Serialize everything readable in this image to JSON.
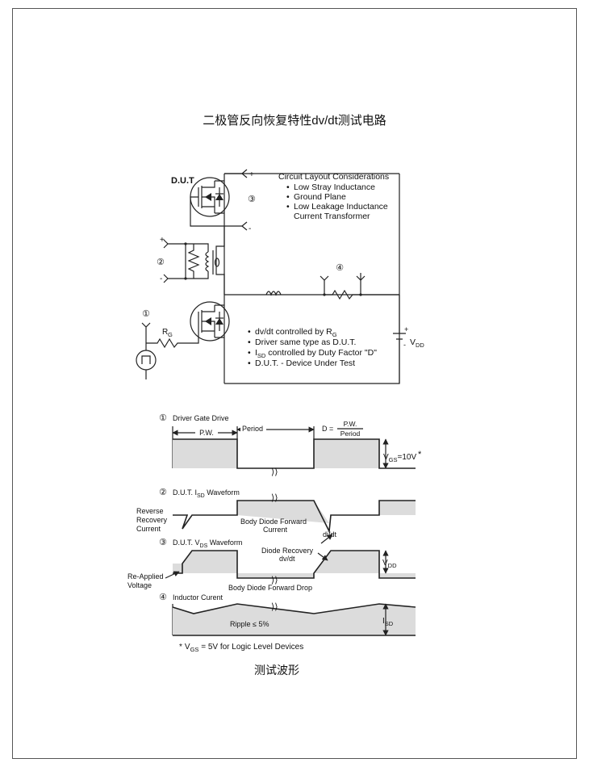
{
  "title": "二极管反向恢复特性dv/dt测试电路",
  "caption": "测试波形",
  "circuit": {
    "dut_label": "D.U.T",
    "considerations_title": "Circuit Layout Considerations",
    "considerations": [
      "Low Stray Inductance",
      "Ground Plane",
      "Low Leakage Inductance",
      "Current Transformer"
    ],
    "notes": [
      "dv/dt controlled by R",
      "Driver same type as D.U.T.",
      "I",
      "D.U.T. - Device Under Test"
    ],
    "note1_sub": "G",
    "note3_sub": "SD",
    "note3_rest": " controlled by Duty Factor \"D\"",
    "markers": [
      "①",
      "②",
      "③",
      "④"
    ],
    "plus": "+",
    "minus": "-",
    "rg_main": "R",
    "rg_sub": "G",
    "vdd_main": "V",
    "vdd_sub": "DD"
  },
  "waveforms": {
    "w1_label": "Driver Gate Drive",
    "period": "Period",
    "pw": "P.W.",
    "duty_lhs": "D =",
    "duty_num": "P.W.",
    "duty_den": "Period",
    "vgs_main": "V",
    "vgs_sub": "GS",
    "vgs_val": "=10V",
    "star": "*",
    "w2_label_a": "D.U.T. I",
    "w2_label_sub": "SD",
    "w2_label_b": " Waveform",
    "reverse_recovery": [
      "Reverse",
      "Recovery",
      "Current"
    ],
    "body_diode_forward": "Body  Diode  Forward",
    "current": "Current",
    "didt": "di/dt",
    "w3_label_a": "D.U.T. V",
    "w3_label_sub": "DS",
    "w3_label_b": " Waveform",
    "diode_recovery": "Diode  Recovery",
    "dvdt": "dv/dt",
    "vdd_main": "V",
    "vdd_sub": "DD",
    "reapplied": [
      "Re-Applied",
      "Voltage"
    ],
    "body_diode_forward_drop": "Body  Diode       Forward  Drop",
    "w4_label": "Inductor Curent",
    "ripple": "Ripple  ≤  5%",
    "isd_main": "I",
    "isd_sub": "SD",
    "footnote_a": "V",
    "footnote_sub": "GS",
    "footnote_b": " = 5V for Logic Level Devices"
  },
  "colors": {
    "shade": "#dcdcdc",
    "line": "#222222"
  }
}
